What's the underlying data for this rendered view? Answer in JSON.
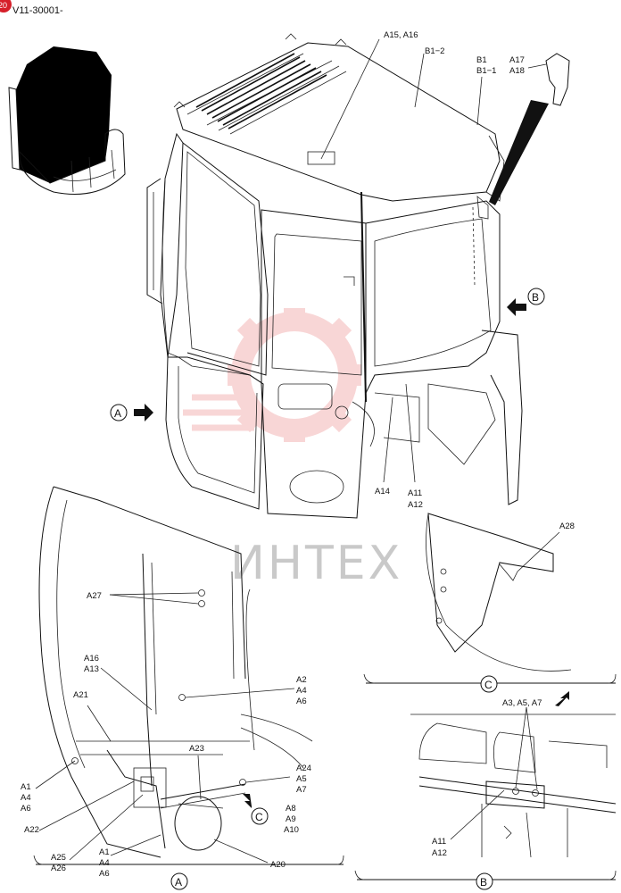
{
  "doc_code": "V11-30001-",
  "badge_text": "20",
  "watermark": "ИНТЕХ",
  "views": {
    "A": "A",
    "B": "B",
    "C": "C"
  },
  "callouts": {
    "a15_a16": "A15, A16",
    "b1_2": "B1−2",
    "b1": "B1",
    "b1_1": "B1−1",
    "a17": "A17",
    "a18": "A18",
    "a14": "A14",
    "a11_top": "A11",
    "a12_top": "A12",
    "a28": "A28",
    "a27": "A27",
    "a16": "A16",
    "a13": "A13",
    "a21": "A21",
    "a2": "A2",
    "a4_r": "A4",
    "a6_r": "A6",
    "a1_l": "A1",
    "a4_l": "A4",
    "a6_l": "A6",
    "a23": "A23",
    "a24": "A24",
    "a5": "A5",
    "a7": "A7",
    "a8": "A8",
    "a9": "A9",
    "a10": "A10",
    "a22": "A22",
    "a25": "A25",
    "a26": "A26",
    "a1_b": "A1",
    "a4_b": "A4",
    "a6_b": "A6",
    "a20": "A20",
    "a3_a5_a7": "A3, A5, A7",
    "a11_b": "A11",
    "a12_b": "A12"
  },
  "colors": {
    "line": "#111111",
    "watermark_gear": "#f3b5b5",
    "watermark_text": "#c9c9c9",
    "badge": "#d61f2a",
    "fill_black": "#000000"
  }
}
